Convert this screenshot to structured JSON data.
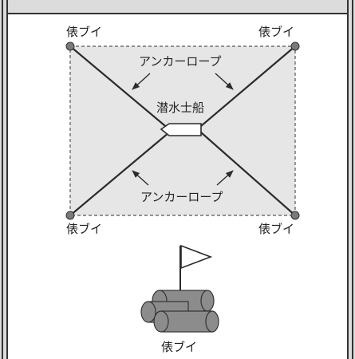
{
  "diagram": {
    "buoy_label": "俵ブイ",
    "anchor_rope_label": "アンカーロープ",
    "diver_boat_label": "潜水士船",
    "bottom_buoy_label": "俵ブイ"
  },
  "colors": {
    "rope": "#2b2b2b",
    "area_fill": "#e6e6e6",
    "buoy": "#7a7a7a",
    "log": "#8c8c8c"
  },
  "icons": [
    "buoy-dot-icon",
    "arrow-icon",
    "boat-icon",
    "flag-icon",
    "log-buoy-icon"
  ]
}
